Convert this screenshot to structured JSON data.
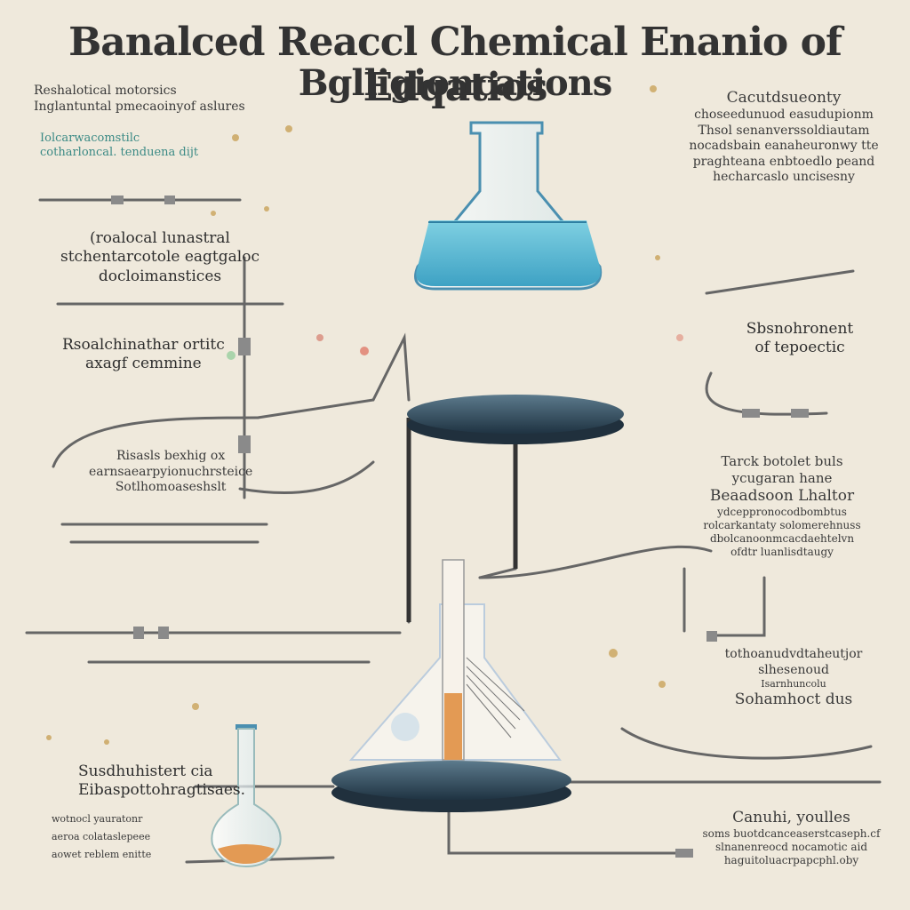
{
  "header": {
    "title_line1": "Banalced Reaccl Chemical Enanio of Edqatios",
    "title_line2": "Bglligioncations"
  },
  "labels": {
    "top_left": [
      "Reshalotical motorsics",
      "Inglantuntal pmecaoinyof aslures"
    ],
    "top_left_teal": [
      "Iolcarwacomstilc",
      "cotharloncal. tenduena dijt"
    ],
    "mid_left": [
      "(roalocal lunastral",
      "stchentarcotole eagtgaloc",
      "docloimanstices"
    ],
    "left_2": [
      "Rsoalchinathar ortitc",
      "axagf cemmine"
    ],
    "left_3": [
      "Risasls bexhig ox",
      "earnsaearpyionuchrsteice",
      "Sotlhomoaseshslt"
    ],
    "bottom_left": [
      "Susdhuhistert cia",
      "Eibaspottohragtisaes."
    ],
    "bottom_left_small": [
      "wotnocl yauratonr",
      "aeroa colataslepeee",
      "aowet reblem enitte"
    ],
    "top_right": [
      "Cacutdsueonty",
      "choseedunuod easudupionm",
      "Thsol senanverssoldiautam",
      "nocadsbain eanaheuronwy tte",
      "praghteana enbtoedlo peand",
      "hecharcaslo uncisesny"
    ],
    "right_mid": [
      "Sbsnohronent",
      "of tepoectic"
    ],
    "right_lower": [
      "Tarck botolet buls",
      "ycugaran hane",
      "Beaadsoon Lhaltor",
      "ydceppronocodbombtus",
      "rolcarkantaty solomerehnuss",
      "dbolcanoonmcacdaehtelvn",
      "ofdtr luanlisdtaugy"
    ],
    "right_bottom": [
      "tothoanudvdtaheutjor",
      "slhesenoud",
      "Isarnhuncolu",
      "Sohamhoct dus"
    ],
    "bottom_right": [
      "Canuhi, youlles",
      "soms buotdcanceaserstcaseph.cf",
      "slnanenreocd nocamotic aid",
      "haguitoluacrpapcphl.oby"
    ]
  },
  "colors": {
    "background": "#efe9dc",
    "flask_liquid": "#4fb0cc",
    "tube_liquid": "#e39a54",
    "platform": "#2f4a5c",
    "pipe": "#6b6b6b"
  }
}
